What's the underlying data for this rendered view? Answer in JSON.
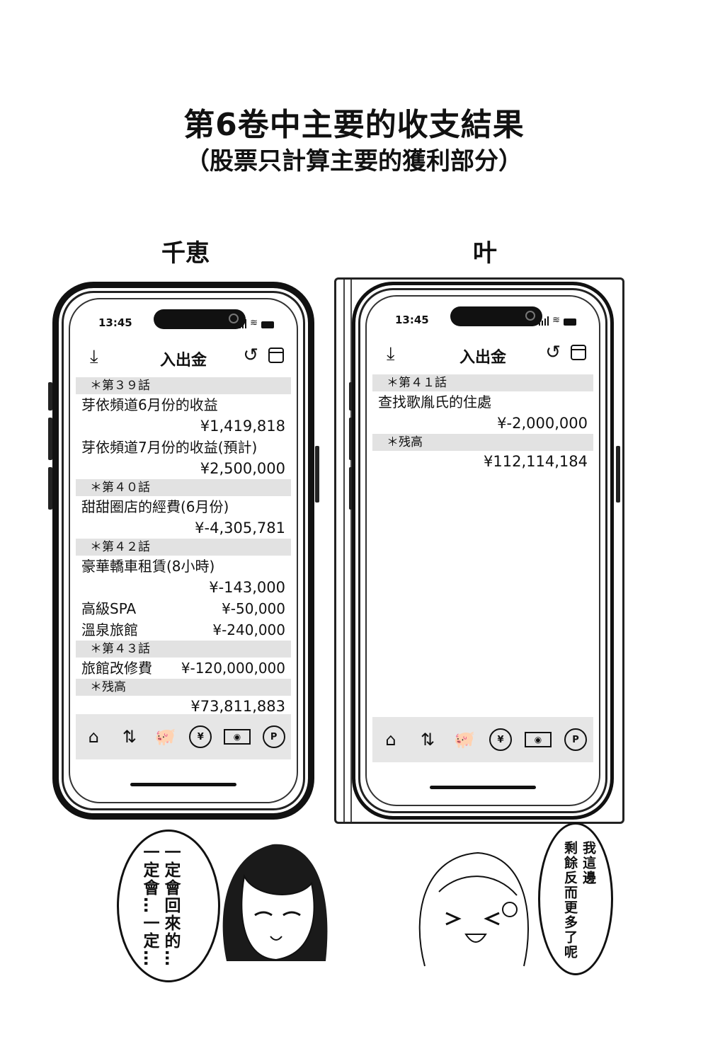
{
  "title": "第6卷中主要的收支結果",
  "subtitle": "（股票只計算主要的獲利部分）",
  "left_name": "千恵",
  "right_name": "叶",
  "phone_common": {
    "time": "13:45",
    "header_title": "入出金",
    "download_icon": "download-icon",
    "history_icon": "history-icon",
    "calendar_icon": "calendar-icon",
    "tabs": [
      "home-icon",
      "transfer-arrows-icon",
      "piggy-bank-icon",
      "money-bag-yen-icon",
      "banknote-icon",
      "point-coin-icon"
    ],
    "yen_mark": "¥",
    "point_mark": "P"
  },
  "left_phone": {
    "sections": [
      {
        "label": "＊第３９話",
        "items": [
          {
            "name": "芽依頻道6月份的收益",
            "amount": "¥1,419,818"
          },
          {
            "name": "芽依頻道7月份的收益(預計)",
            "amount": "¥2,500,000"
          }
        ]
      },
      {
        "label": "＊第４０話",
        "items": [
          {
            "name": "甜甜圈店的經費(6月份)",
            "amount": "¥-4,305,781"
          }
        ]
      },
      {
        "label": "＊第４２話",
        "items": [
          {
            "name": "豪華轎車租賃(8小時)",
            "amount": "¥-143,000"
          },
          {
            "name": "高級SPA",
            "amount": "¥-50,000"
          },
          {
            "name": "溫泉旅館",
            "amount": "¥-240,000"
          }
        ]
      },
      {
        "label": "＊第４３話",
        "items": [
          {
            "name": "旅館改修費",
            "amount": "¥-120,000,000"
          }
        ]
      },
      {
        "label": "＊残高",
        "items": [
          {
            "name": "",
            "amount": "¥73,811,883"
          }
        ]
      }
    ]
  },
  "right_phone": {
    "sections": [
      {
        "label": "＊第４１話",
        "items": [
          {
            "name": "查找歌胤氏的住處",
            "amount": "¥-2,000,000"
          }
        ]
      },
      {
        "label": "＊残高",
        "items": [
          {
            "name": "",
            "amount": "¥112,114,184"
          }
        ]
      }
    ]
  },
  "left_bubble": [
    "一定會回來的…",
    "一定會…一定…"
  ],
  "right_bubble": [
    "我這邊",
    "剩餘反而更多了呢"
  ]
}
